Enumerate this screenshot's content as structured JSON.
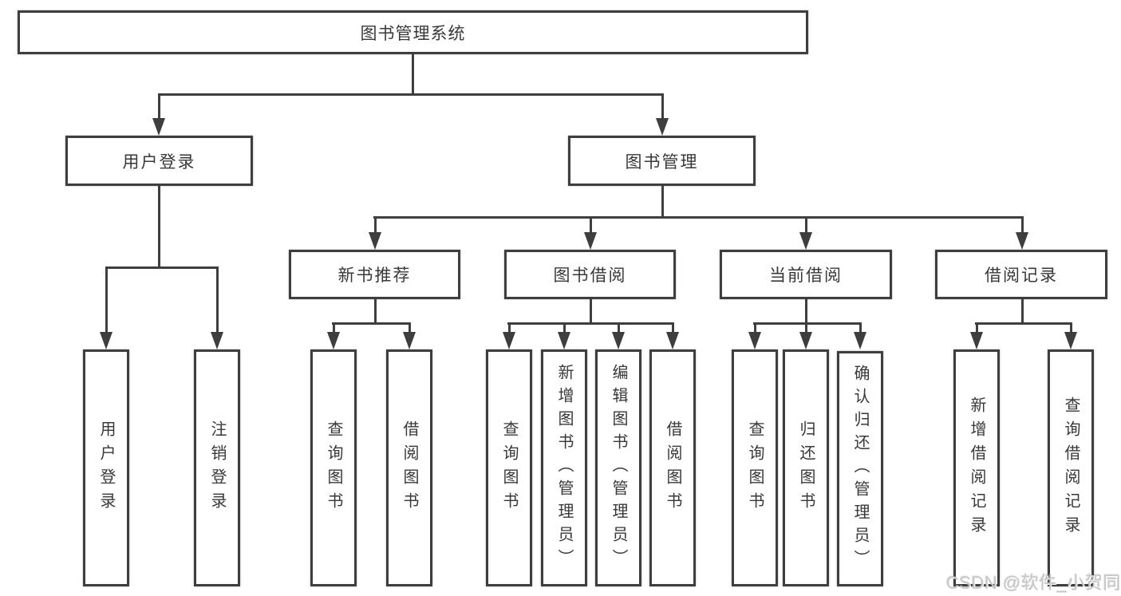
{
  "diagram": {
    "root": "图书管理系统",
    "level2": {
      "user_login": "用户登录",
      "book_management": "图书管理"
    },
    "level3": {
      "new_book_recommend": "新书推荐",
      "book_borrowing": "图书借阅",
      "current_borrowing": "当前借阅",
      "borrowing_records": "借阅记录"
    },
    "leaves": {
      "user_login": "用户登录",
      "logout": "注销登录",
      "rec_query_books": "查询图书",
      "rec_borrow_books": "借阅图书",
      "bor_query_books": "查询图书",
      "bor_add_books": "新增图书（管理员）",
      "bor_edit_books": "编辑图书（管理员）",
      "bor_borrow_books": "借阅图书",
      "cur_query_books": "查询图书",
      "cur_return_books": "归还图书",
      "cur_confirm_return": "确认归还（管理员）",
      "log_add_record": "新增借阅记录",
      "log_query_record": "查询借阅记录"
    }
  },
  "watermark": "CSDN @软件_小贺同学",
  "colors": {
    "line": "#3e3e3e",
    "text": "#383838",
    "background": "#ffffff",
    "watermark": "#c6c6c6"
  }
}
